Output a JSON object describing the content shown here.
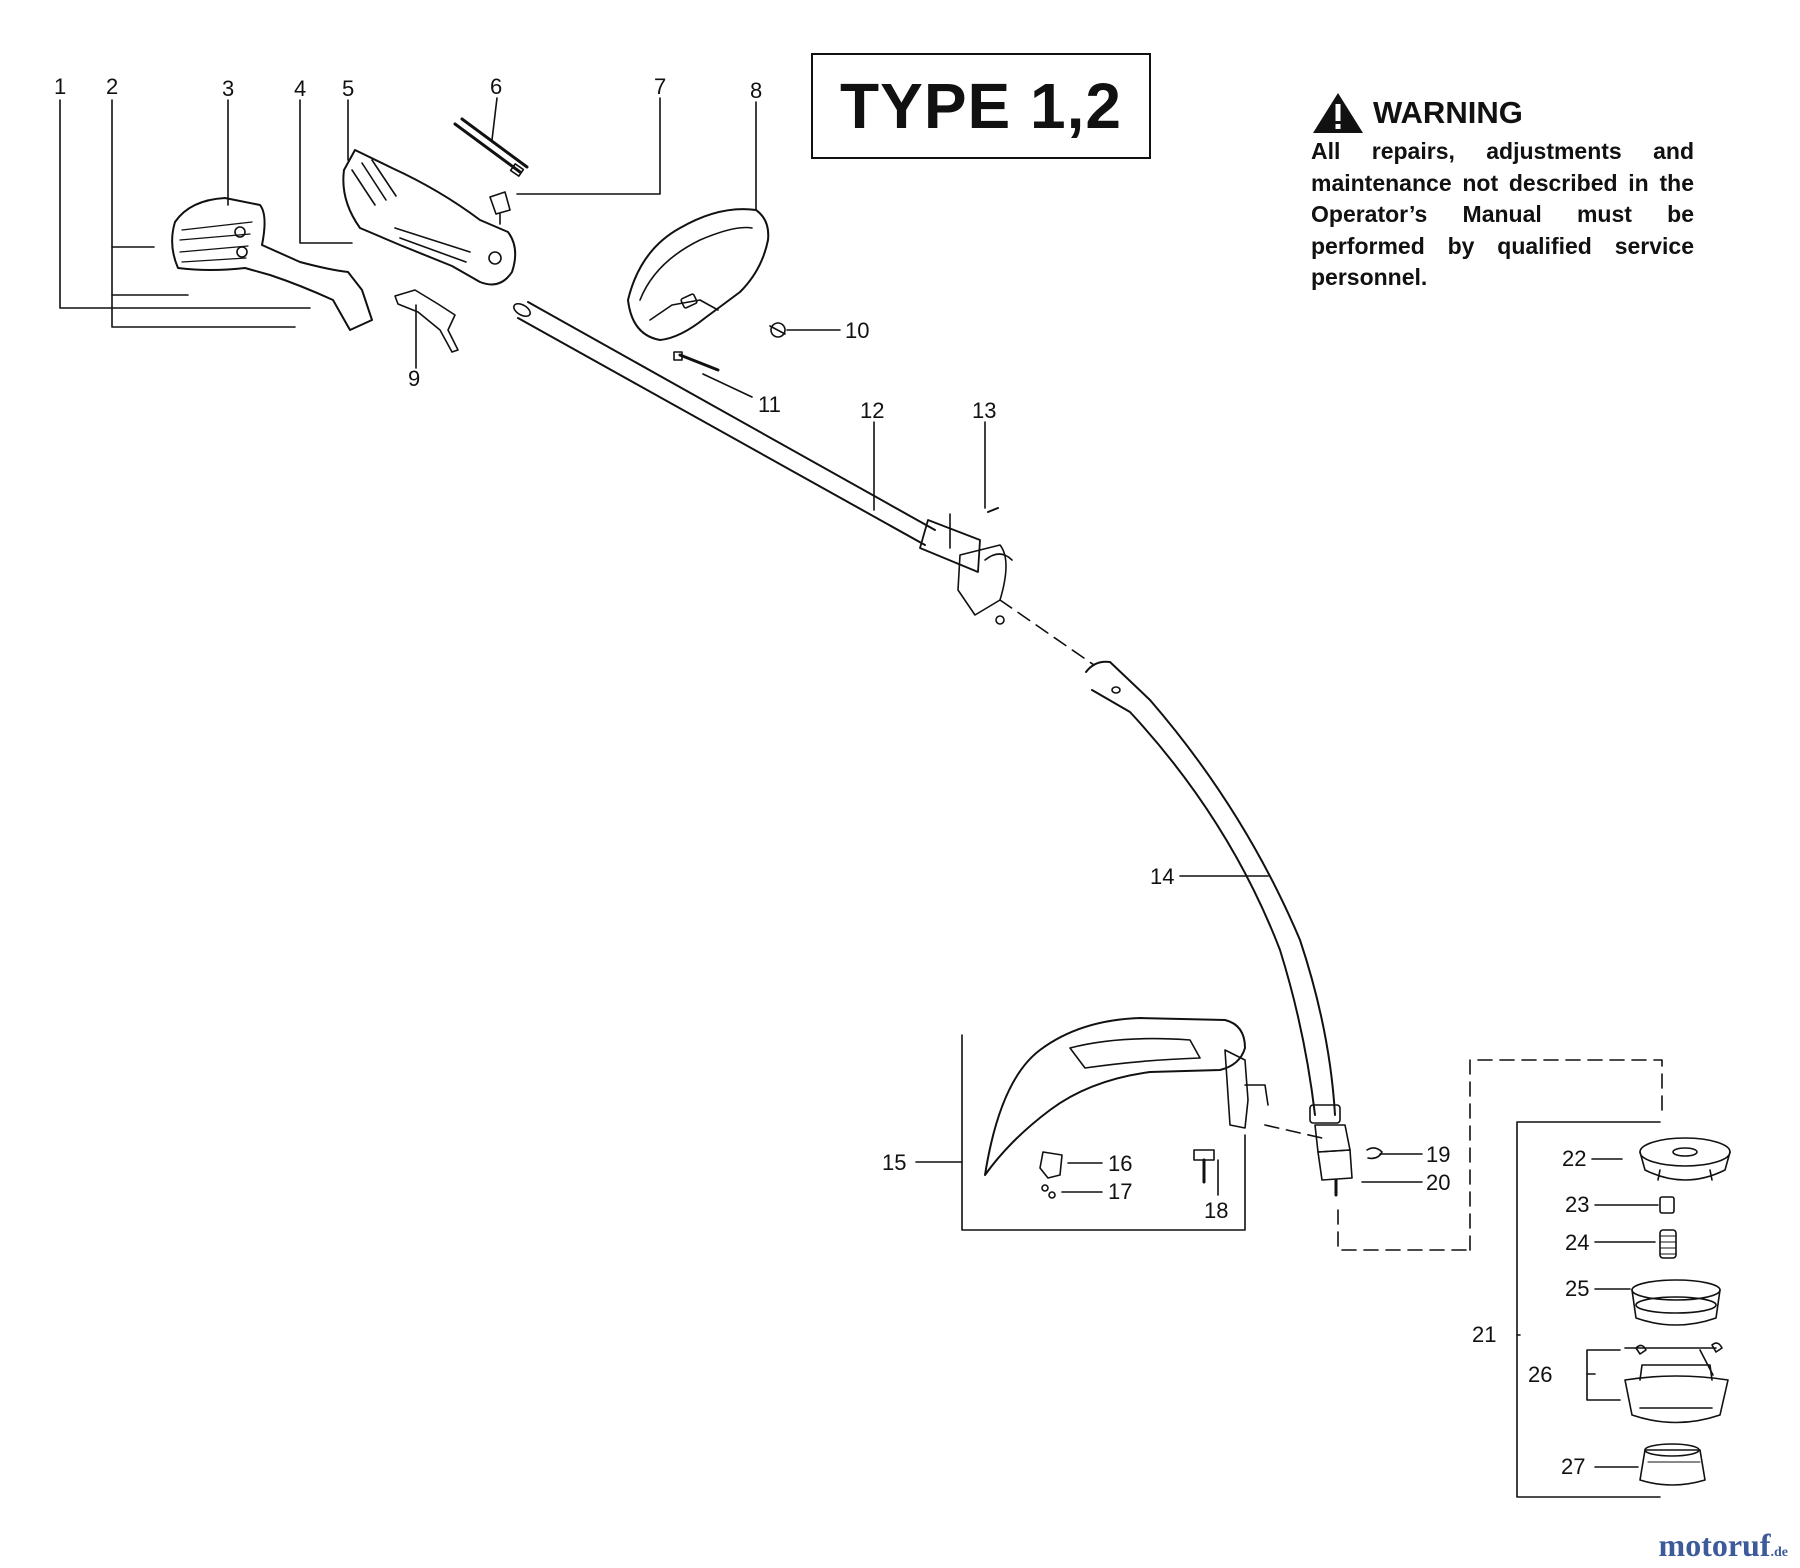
{
  "type_label": "TYPE 1,2",
  "warning": {
    "title": "WARNING",
    "text": "All repairs, adjustments and maintenance not described in the Operator’s Manual must be performed by qualified service personnel."
  },
  "callouts": [
    "1",
    "2",
    "3",
    "4",
    "5",
    "6",
    "7",
    "8",
    "9",
    "10",
    "11",
    "12",
    "13",
    "14",
    "15",
    "16",
    "17",
    "18",
    "19",
    "20",
    "21",
    "22",
    "23",
    "24",
    "25",
    "26",
    "27"
  ],
  "watermark": {
    "name": "motoruf",
    "tld": ".de"
  }
}
